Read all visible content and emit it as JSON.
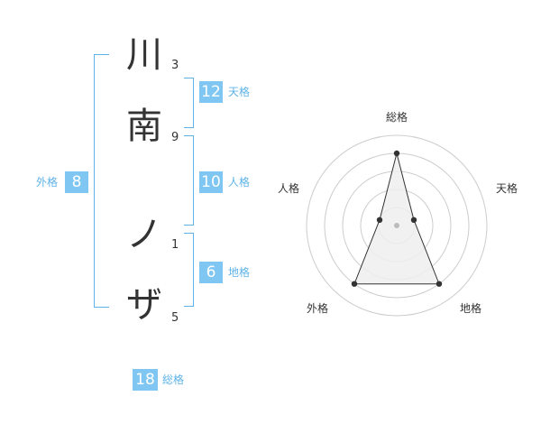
{
  "name": {
    "chars": [
      {
        "char": "川",
        "strokes": "3"
      },
      {
        "char": "南",
        "strokes": "9"
      },
      {
        "char": "ノ",
        "strokes": "1"
      },
      {
        "char": "ザ",
        "strokes": "5"
      }
    ]
  },
  "kakusu": {
    "tenkaku": {
      "value": "12",
      "label": "天格"
    },
    "jinkaku": {
      "value": "10",
      "label": "人格"
    },
    "chikaku": {
      "value": "6",
      "label": "地格"
    },
    "gaikaku": {
      "value": "8",
      "label": "外格"
    },
    "soukaku": {
      "value": "18",
      "label": "総格"
    }
  },
  "chart_data": {
    "type": "radar",
    "axes": [
      "総格",
      "天格",
      "地格",
      "外格",
      "人格"
    ],
    "values": [
      4,
      1,
      4,
      4,
      1
    ],
    "max": 5,
    "rings": 5,
    "colors": {
      "fill": "#eeeeee",
      "line": "#333333",
      "ring": "#cccccc",
      "center": "#bbbbbb"
    }
  },
  "colors": {
    "accent": "#7fc7f2",
    "bracket": "#5fb3e8",
    "text": "#333333"
  }
}
